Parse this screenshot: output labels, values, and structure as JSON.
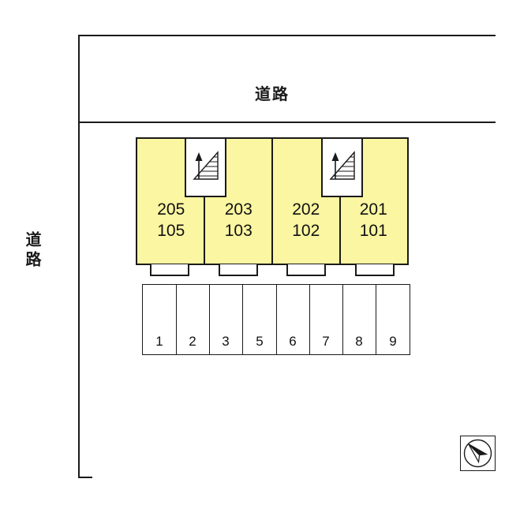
{
  "plan": {
    "roads": {
      "top_label": "道路",
      "left_label": "道路"
    },
    "building": {
      "fill_color": "#FBF6A1",
      "outline_color": "#1a1a1a",
      "units": [
        {
          "upper": "205",
          "lower": "105"
        },
        {
          "upper": "203",
          "lower": "103"
        },
        {
          "upper": "202",
          "lower": "102"
        },
        {
          "upper": "201",
          "lower": "101"
        }
      ],
      "stairwells": [
        {
          "icon": "stairs-up-icon"
        },
        {
          "icon": "stairs-up-icon"
        }
      ]
    },
    "parking": {
      "spaces": [
        "1",
        "2",
        "3",
        "5",
        "6",
        "7",
        "8",
        "9"
      ]
    },
    "compass": {
      "icon": "north-arrow-icon"
    }
  }
}
